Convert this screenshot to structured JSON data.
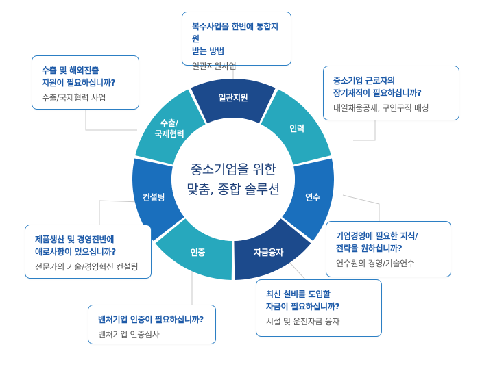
{
  "center": {
    "title_line1": "중소기업을 위한",
    "title_line2": "맞춤, 종합 솔루션"
  },
  "colors": {
    "dark": "#1c4a8c",
    "medium": "#1a6fbd",
    "teal": "#27a8bd",
    "card_border": "#2c7fc4",
    "question_text": "#1d5aa8",
    "center_text": "#1d3f78"
  },
  "segments": [
    {
      "label": "일관지원",
      "color_key": "dark"
    },
    {
      "label": "인력",
      "color_key": "teal"
    },
    {
      "label": "연수",
      "color_key": "medium"
    },
    {
      "label": "자금융자",
      "color_key": "dark"
    },
    {
      "label": "인증",
      "color_key": "teal"
    },
    {
      "label": "컨설팅",
      "color_key": "medium"
    },
    {
      "label": "수출/\n국제협력",
      "color_key": "teal"
    }
  ],
  "cards": {
    "integrated": {
      "question": "복수사업을 한번에 통합지원\n받는 방법",
      "answer": "일관지원사업"
    },
    "workforce": {
      "question": "중소기업 근로자의\n장기재직이 필요하십니까?",
      "answer": "내일채움공제, 구인구직 매칭"
    },
    "training": {
      "question": "기업경영에 필요한 지식/\n전략을 원하십니까?",
      "answer": "연수원의 경영/기술연수"
    },
    "financing": {
      "question": "최신 설비를 도입할\n자금이 필요하십니까?",
      "answer": "시설 및 운전자금 융자"
    },
    "certification": {
      "question": "벤처기업 인증이 필요하십니까?",
      "answer": "벤처기업 인증심사"
    },
    "consulting": {
      "question": "제품생산 및 경영전반에\n애로사항이 있으십니까?",
      "answer": "전문가의 기술/경영혁신 컨설팅"
    },
    "export": {
      "question": "수출 및 해외진출\n지원이 필요하십니까?",
      "answer": "수출/국제협력 사업"
    }
  }
}
